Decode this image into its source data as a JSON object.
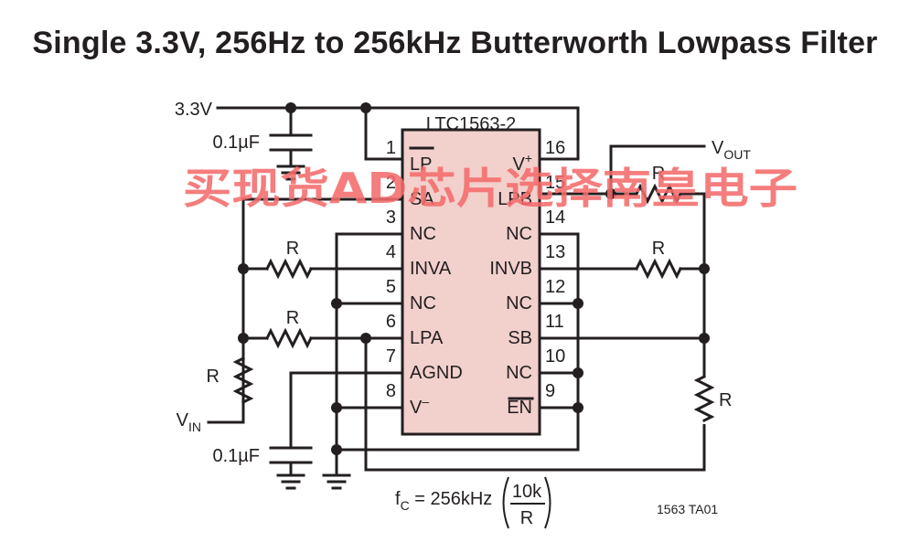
{
  "title": "Single 3.3V, 256Hz to 256kHz Butterworth Lowpass Filter",
  "chip": {
    "name": "LTC1563-2",
    "left_pins": [
      {
        "num": "1",
        "label": "LP"
      },
      {
        "num": "2",
        "label": "SA"
      },
      {
        "num": "3",
        "label": "NC"
      },
      {
        "num": "4",
        "label": "INVA"
      },
      {
        "num": "5",
        "label": "NC"
      },
      {
        "num": "6",
        "label": "LPA"
      },
      {
        "num": "7",
        "label": "AGND"
      },
      {
        "num": "8",
        "label": "V"
      }
    ],
    "right_pins": [
      {
        "num": "16",
        "label": "V"
      },
      {
        "num": "15",
        "label": "LPB"
      },
      {
        "num": "14",
        "label": "NC"
      },
      {
        "num": "13",
        "label": "INVB"
      },
      {
        "num": "12",
        "label": "NC"
      },
      {
        "num": "11",
        "label": "SB"
      },
      {
        "num": "10",
        "label": "NC"
      },
      {
        "num": "9",
        "label": "EN"
      }
    ],
    "pin8_sup": "–",
    "pin16_sup": "+"
  },
  "supply_label": "3.3V",
  "cap_top_label": "0.1µF",
  "cap_bottom_label": "0.1µF",
  "resistor_label": "R",
  "vout": {
    "main": "V",
    "sub": "OUT"
  },
  "vin": {
    "main": "V",
    "sub": "IN"
  },
  "formula": {
    "lhs_main": "f",
    "lhs_sub": "C",
    "mid": " = 256kHz",
    "num": "10k",
    "den": "R"
  },
  "figure_code": "1563 TA01",
  "watermark": "买现货AD芯片选择南皇电子"
}
